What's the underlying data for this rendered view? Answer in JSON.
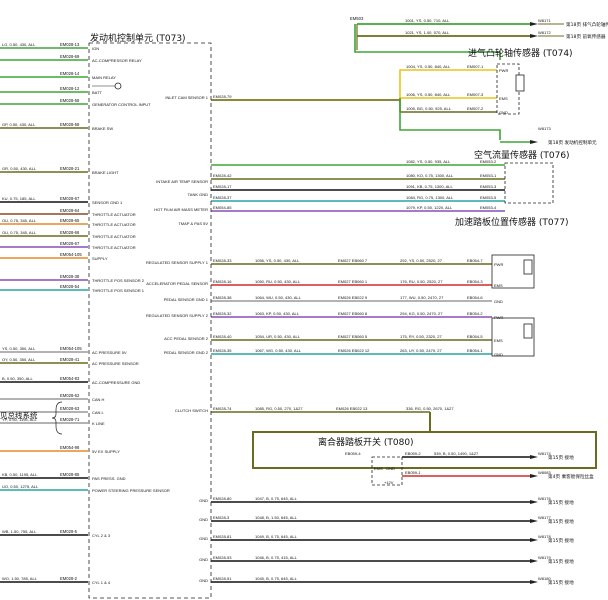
{
  "ecu": {
    "title": "发动机控制单元 (T073)",
    "pins": [
      {
        "code": "EM028-13",
        "label": "IGN"
      },
      {
        "code": "EM028-69",
        "label": "AC-COMPRESSOR RELAY"
      },
      {
        "code": "EM028-14",
        "label": "MAIN RELAY"
      },
      {
        "code": "EM028-12",
        "label": "BATT"
      },
      {
        "code": "EM028-58",
        "label": "GENERATOR CONTROL INPUT"
      },
      {
        "code": "EM028-58",
        "label": "BRAKE SW"
      },
      {
        "code": "EM028-21",
        "label": "BRAKE LIGHT"
      },
      {
        "code": "EM028-67",
        "label": "SENSOR GND 1"
      },
      {
        "code": "EM028-64",
        "label": "THROTTLE ACTUATOR"
      },
      {
        "code": "EM028-65",
        "label": "THROTTLE ACTUATOR"
      },
      {
        "code": "EM028-66",
        "label": "THROTTLE ACTUATOR"
      },
      {
        "code": "EM028-67",
        "label": "THROTTLE ACTUATOR"
      },
      {
        "code": "EM054-105",
        "label": "SUPPLY"
      },
      {
        "code": "EM028-38",
        "label": "THROTTLE POS SENSOR 2"
      },
      {
        "code": "EM028-54",
        "label": "THROTTLE POS SENSOR 1"
      },
      {
        "code": "EM054-105",
        "label": "AC PRESSURE 5V"
      },
      {
        "code": "EM028-41",
        "label": "AC PRESSURE SENSOR"
      },
      {
        "code": "EM054-83",
        "label": "AC-COMPRESSURE GND"
      },
      {
        "code": "EM028-62",
        "label": "CAN H"
      },
      {
        "code": "EM028-63",
        "label": "CAN L"
      },
      {
        "code": "EM028-71",
        "label": "K LINE"
      },
      {
        "code": "EM054-98",
        "label": "5V EX SUPPLY"
      },
      {
        "code": "EM028-85",
        "label": "PAS PRESS. GND"
      },
      {
        "code": "",
        "label": "POWER STEERING PRESSURE SENSOR"
      },
      {
        "code": "EM028-5",
        "label": "CYL 2 & 3"
      },
      {
        "code": "EM028-2",
        "label": "CYL 1 & 4"
      }
    ],
    "right_labels": [
      "INLET CAM SENSOR 1",
      "INTAKE AIR TEMP SENSOR",
      "TANK GND",
      "HOT FILM AIR MASS METER",
      "TMAP & PAS 5V",
      "REGULATED SENSOR SUPPLY 1",
      "ACCELERATOR PEDAL SENSOR",
      "PEDAL SENSOR GND 1",
      "REGULATED SENSOR SUPPLY 2",
      "ACC PEDAL SENSOR 2",
      "PEDAL SENSOR GND 2",
      "CLUTCH SWITCH",
      "GND",
      "GND",
      "GND",
      "GND",
      "GND"
    ],
    "left_wire_specs": [
      "LG, 0.50, 430, ALL",
      "GP, 0.50, 430, ALL",
      "GR, 0.50, 430, ALL",
      "KU, 0.75, 185, ALL",
      "OU, 0.75, 345, ALL",
      "OU, 0.75, 345, ALL",
      "YS, 0.50, 350, ALL",
      "OY, 0.50, 350, ALL",
      "B, 0.50, 350, ALL",
      "YP, 0.50, 1195, ALL",
      "KB, 0.50, 1195, ALL",
      "UO, 0.50, 1275, ALL",
      "WB, 1.50, 755, ALL",
      "WO, 1.50, 785, ALL"
    ]
  },
  "subsystem_label": "见总线系统",
  "top_connector": "EM503",
  "top_wires": [
    {
      "spec": "1001, YS, 0.50, 710, ALL",
      "code": "W8171",
      "dest": "第18页  排气凸轮轴传感器"
    },
    {
      "spec": "1021, YS, 1.00, 570, ALL",
      "code": "W8172",
      "dest": "第18页  前氧传感器"
    }
  ],
  "components": [
    {
      "title": "进气凸轮轴传感器 (T074)",
      "wires": [
        {
          "ecu_pin": "EM028-79",
          "spec": "1004, YS, 0.50, 840, ALL",
          "pin": "EM007-1",
          "term": "PWR"
        },
        {
          "ecu_pin": "",
          "spec": "1006, YS, 0.50, 840, ALL",
          "pin": "EM007-3",
          "term": "EMS"
        },
        {
          "ecu_pin": "",
          "spec": "1005, BG, 0.50, 925, ALL",
          "pin": "EM007-2",
          "term": "GND"
        }
      ]
    },
    {
      "title": "空气流量传感器 (T076)",
      "wires": [
        {
          "ecu_pin": "",
          "spec": "1082, YS, 0.50, 935, ALL",
          "pin": "EM053-2"
        },
        {
          "ecu_pin": "EM028-42",
          "spec": "1080, KO, 0.75, 1300, ALL",
          "pin": "EM053-1"
        },
        {
          "ecu_pin": "EM028-17",
          "spec": "1091, KB, 0.75, 1300, ALL",
          "pin": "EM053-3"
        },
        {
          "ecu_pin": "EM028-37",
          "spec": "1084, RG, 0.75, 1300, ALL",
          "pin": "EM053-5"
        },
        {
          "ecu_pin": "EM054-85",
          "spec": "1079, KP, 0.50, 1220, ALL",
          "pin": "EM053-4"
        }
      ]
    },
    {
      "title": "加速踏板位置传感器 (T077)",
      "wires": [
        {
          "ecu_pin": "EM028-33",
          "spec1": "1056, YS, 0.50, 430, ALL",
          "mid": "EM027  EB060  7",
          "spec2": "292, YS, 0.50, 2520, 27",
          "pin": "EB054-7",
          "term": "PWR"
        },
        {
          "ecu_pin": "EM028-16",
          "spec1": "1050, RU, 0.50, 430, ALL",
          "mid": "EM027  EB060  1",
          "spec2": "176, RU, 0.50, 2520, 27",
          "pin": "EB054-3",
          "term": "EMS"
        },
        {
          "ecu_pin": "EM028-38",
          "spec1": "1064, WU, 0.50, 430, ALL",
          "mid": "EM026  EB022  9",
          "spec2": "177, WU, 0.50, 2470, 27",
          "pin": "EB054-6",
          "term": "GND"
        },
        {
          "ecu_pin": "EM028-32",
          "spec1": "1063, KP, 0.50, 430, ALL",
          "mid": "EM027  EB060  8",
          "spec2": "294, KG, 0.50, 2470, 27",
          "pin": "EB054-2",
          "term": "PWR"
        },
        {
          "ecu_pin": "EM028-40",
          "spec1": "1054, UR, 0.50, 430, ALL",
          "mid": "EM027  EB060  5",
          "spec2": "175, RY, 0.50, 2320, 27",
          "pin": "EB054-5",
          "term": "EMS"
        },
        {
          "ecu_pin": "EM028-35",
          "spec1": "1067, WG, 0.50, 430, ALL",
          "mid": "EM026  EB022  12",
          "spec2": "263, UY, 0.50, 2470, 27",
          "pin": "EB054-1",
          "term": "GND"
        }
      ]
    },
    {
      "title": "离合器踏板开关 (T080)",
      "top_pin": "EB059-4",
      "terms": [
        "EMS",
        "GND",
        "+12V"
      ],
      "wires": [
        {
          "ecu_pin": "EM028-74",
          "spec1": "1085, RG, 0.50, 270, 1&27",
          "mid": "EM026  EB022  13",
          "spec2": "336, RG, 0.50, 2670, 1&27"
        },
        {
          "pin": "EB059-2",
          "spec": "539, B, 0.50, 1490, 1&27",
          "code": "W8174",
          "dest": "第15页  接地"
        },
        {
          "pin": "EB059-1",
          "spec": "",
          "code": "W8083",
          "dest": "第4页  乘客舱保险丝盒"
        }
      ]
    }
  ],
  "gnd_wires": [
    {
      "ecu_pin": "EM028-80",
      "spec": "1047, B, 0.75, 645, ALL",
      "code": "W8176",
      "dest": "第15页  接地"
    },
    {
      "ecu_pin": "EM028-3",
      "spec": "1048, B, 1.50, 645, ALL",
      "code": "W8177",
      "dest": "第15页  接地"
    },
    {
      "ecu_pin": "EM028-81",
      "spec": "1049, B, 0.75, 645, ALL",
      "code": "W8178",
      "dest": "第15页  接地"
    },
    {
      "ecu_pin": "EM028-53",
      "spec": "1046, B, 0.75, 415, ALL",
      "code": "W8179",
      "dest": "第15页  接地"
    },
    {
      "ecu_pin": "EM028-51",
      "spec": "1045, B, 0.75, 645, ALL",
      "code": "W8180",
      "dest": "第15页  接地"
    }
  ],
  "w8173": {
    "code": "W8173",
    "dest": "第18页  发动机控制单元"
  },
  "colors": {
    "green": "#3fa535",
    "olive": "#6b6b1f",
    "yellow": "#e6c619",
    "teal": "#2aa3a3",
    "orange": "#e8892a",
    "purple": "#8a4fb5",
    "brown": "#8b4a22",
    "red": "#d22a2a",
    "black": "#111111",
    "grey": "#9a9a9a"
  }
}
